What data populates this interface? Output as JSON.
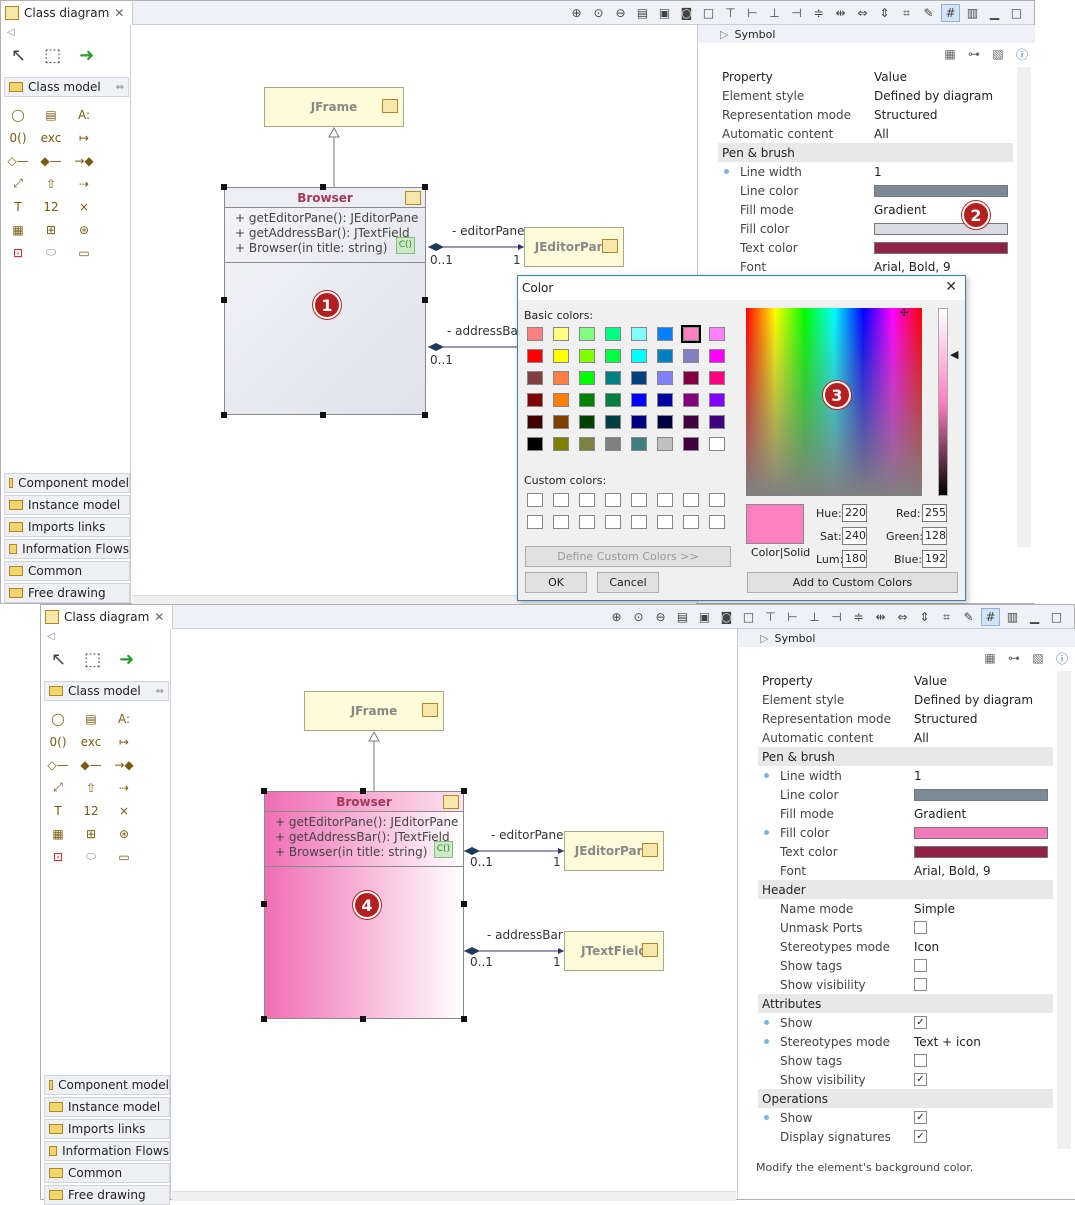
{
  "tab_title": "Class diagram",
  "palette": {
    "section": "Class model",
    "categories": [
      "Component model",
      "Instance model",
      "Imports links",
      "Information Flows",
      "Common",
      "Free drawing"
    ]
  },
  "props": {
    "header": "Symbol",
    "col_property": "Property",
    "col_value": "Value",
    "footer": "Modify the element's background color."
  },
  "diagram": {
    "jframe": "JFrame",
    "browser": "Browser",
    "ops": [
      "+ getEditorPane(): JEditorPane",
      "+ getAddressBar(): JTextField",
      "+ Browser(in title: string)"
    ],
    "badge_c": "C()",
    "editor_pane": "JEditorPane",
    "text_field": "JTextField",
    "role_editor": "- editorPane",
    "role_address": "- addressBar",
    "mult_src": "0..1",
    "mult_dst": "1"
  },
  "win1": {
    "rows": [
      {
        "k": "Element style",
        "v": "Defined by diagram"
      },
      {
        "k": "Representation mode",
        "v": "Structured"
      },
      {
        "k": "Automatic content",
        "v": "All"
      },
      {
        "k": "Pen & brush",
        "v": "",
        "sect": true
      },
      {
        "k": "Line width",
        "v": "1",
        "dot": true
      },
      {
        "k": "Line color",
        "v": "",
        "swatch": "#7b8a94"
      },
      {
        "k": "Fill mode",
        "v": "Gradient"
      },
      {
        "k": "Fill color",
        "v": "",
        "swatch": "#d8dce2"
      },
      {
        "k": "Text color",
        "v": "",
        "swatch": "#8e2348"
      },
      {
        "k": "Font",
        "v": "Arial, Bold, 9"
      }
    ]
  },
  "win2": {
    "rows": [
      {
        "k": "Element style",
        "v": "Defined by diagram"
      },
      {
        "k": "Representation mode",
        "v": "Structured"
      },
      {
        "k": "Automatic content",
        "v": "All"
      },
      {
        "k": "Pen & brush",
        "v": "",
        "sect": true
      },
      {
        "k": "Line width",
        "v": "1",
        "dot": true
      },
      {
        "k": "Line color",
        "v": "",
        "swatch": "#7b8a94"
      },
      {
        "k": "Fill mode",
        "v": "Gradient"
      },
      {
        "k": "Fill color",
        "v": "",
        "swatch": "#f27ab8",
        "dot": true
      },
      {
        "k": "Text color",
        "v": "",
        "swatch": "#8e2348"
      },
      {
        "k": "Font",
        "v": "Arial, Bold, 9"
      },
      {
        "k": "Header",
        "v": "",
        "sect": true
      },
      {
        "k": "Name mode",
        "v": "Simple"
      },
      {
        "k": "Unmask Ports",
        "v": "",
        "chk": false
      },
      {
        "k": "Stereotypes mode",
        "v": "Icon"
      },
      {
        "k": "Show tags",
        "v": "",
        "chk": false
      },
      {
        "k": "Show visibility",
        "v": "",
        "chk": false
      },
      {
        "k": "Attributes",
        "v": "",
        "sect": true
      },
      {
        "k": "Show",
        "v": "",
        "chk": true,
        "dot": true
      },
      {
        "k": "Stereotypes mode",
        "v": "Text + icon",
        "dot": true
      },
      {
        "k": "Show tags",
        "v": "",
        "chk": false
      },
      {
        "k": "Show visibility",
        "v": "",
        "chk": true
      },
      {
        "k": "Operations",
        "v": "",
        "sect": true
      },
      {
        "k": "Show",
        "v": "",
        "chk": true,
        "dot": true
      },
      {
        "k": "Display signatures",
        "v": "",
        "chk": true
      }
    ]
  },
  "color_dialog": {
    "title": "Color",
    "basic_label": "Basic colors:",
    "custom_label": "Custom colors:",
    "define_btn": "Define Custom Colors >>",
    "ok": "OK",
    "cancel": "Cancel",
    "add_btn": "Add to Custom Colors",
    "solid_label": "Color|Solid",
    "hue_label": "Hue:",
    "hue": "220",
    "sat_label": "Sat:",
    "sat": "240",
    "lum_label": "Lum:",
    "lum": "180",
    "red_label": "Red:",
    "red": "255",
    "green_label": "Green:",
    "green": "128",
    "blue_label": "Blue:",
    "blue": "192",
    "current_color": "#ff80c0",
    "basic_colors": [
      "#ff8080",
      "#ffff80",
      "#80ff80",
      "#00ff80",
      "#80ffff",
      "#0080ff",
      "#ff80c0",
      "#ff80ff",
      "#ff0000",
      "#ffff00",
      "#80ff00",
      "#00ff40",
      "#00ffff",
      "#0080c0",
      "#8080c0",
      "#ff00ff",
      "#804040",
      "#ff8040",
      "#00ff00",
      "#008080",
      "#004080",
      "#8080ff",
      "#800040",
      "#ff0080",
      "#800000",
      "#ff8000",
      "#008000",
      "#008040",
      "#0000ff",
      "#0000a0",
      "#800080",
      "#8000ff",
      "#400000",
      "#804000",
      "#004000",
      "#004040",
      "#000080",
      "#000040",
      "#400040",
      "#400080",
      "#000000",
      "#808000",
      "#808040",
      "#808080",
      "#408080",
      "#c0c0c0",
      "#400040",
      "#ffffff"
    ]
  },
  "badges": [
    "1",
    "2",
    "3",
    "4"
  ]
}
